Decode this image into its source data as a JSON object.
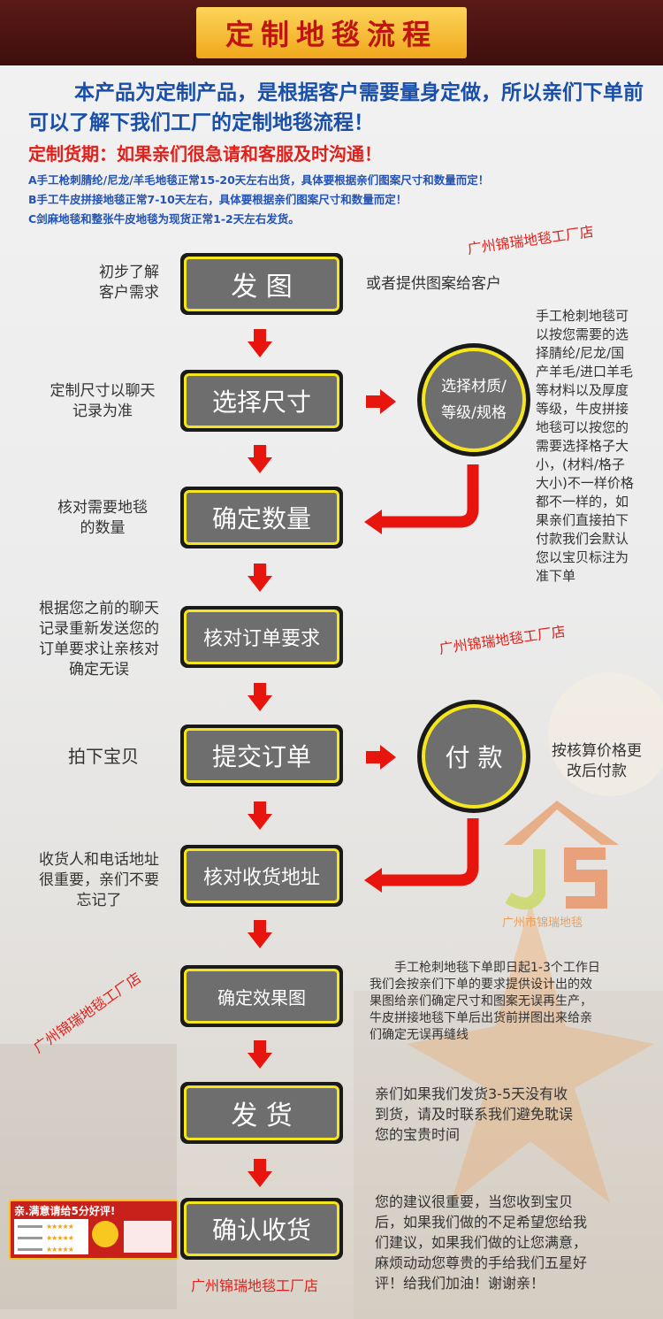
{
  "header": {
    "title": "定制地毯流程"
  },
  "intro": {
    "main": "本产品为定制产品，是根据客户需要量身定做，所以亲们下单前可以了解下我们工厂的定制地毯流程！",
    "urgent": "定制货期：如果亲们很急请和客服及时沟通！",
    "lines": [
      "A手工枪刺腈纶/尼龙/羊毛地毯正常15-20天左右出货，具体要根据亲们图案尺寸和数量而定！",
      "B手工牛皮拼接地毯正常7-10天左右，具体要根据亲们图案尺寸和数量而定！",
      "C剑麻地毯和整张牛皮地毯为现货正常1-2天左右发货。"
    ]
  },
  "watermarks": [
    "广州锦瑞地毯工厂店",
    "广州锦瑞地毯工厂店",
    "广州锦瑞地毯工厂店",
    "广州锦瑞地毯工厂店"
  ],
  "steps": [
    {
      "label": "发 图",
      "left": "初步了解\n客户需求",
      "right": "或者提供图案给客户"
    },
    {
      "label": "选择尺寸",
      "left": "定制尺寸以聊天\n记录为准"
    },
    {
      "label": "确定数量",
      "left": "核对需要地毯\n的数量"
    },
    {
      "label": "核对订单要求",
      "left": "根据您之前的聊天\n记录重新发送您的\n订单要求让亲核对\n确定无误"
    },
    {
      "label": "提交订单",
      "left": "拍下宝贝"
    },
    {
      "label": "核对收货地址",
      "left": "收货人和电话地址\n很重要，亲们不要\n忘记了"
    },
    {
      "label": "确定效果图"
    },
    {
      "label": "发 货"
    },
    {
      "label": "确认收货"
    }
  ],
  "circles": {
    "material": "选择材质/\n等级/规格",
    "payment": "付 款"
  },
  "notes": {
    "material": "手工枪刺地毯可\n以按您需要的选\n择腈纶/尼龙/国\n产羊毛/进口羊毛\n等材料以及厚度\n等级，牛皮拼接\n地毯可以按您的\n需要选择格子大\n小，(材料/格子\n大小)不一样价格\n都不一样的，如\n果亲们直接拍下\n付款我们会默认\n您以宝贝标注为\n准下单",
    "payment": "按核算价格更\n改后付款",
    "effect": "　　手工枪刺地毯下单即日起1-3个工作日\n我们会按亲们下单的要求提供设计出的效\n果图给亲们确定尺寸和图案无误再生产，\n牛皮拼接地毯下单后出货前拼图出来给亲\n们确定无误再缝线",
    "shipping": "亲们如果我们发货3-5天没有收\n到货，请及时联系我们避免耽误\n您的宝贵时间",
    "confirm": "您的建议很重要，当您收到宝贝\n后，如果我们做的不足希望您给我\n们建议，如果我们做的让您满意，\n麻烦动动您尊贵的手给我们五星好\n评！给我们加油！谢谢亲！"
  },
  "badge": {
    "text": "亲.满意请给5分好评!"
  },
  "logo": {
    "text": "广州市锦瑞地毯"
  },
  "colors": {
    "header_bg": "#4a1410",
    "banner": "#f5b82a",
    "title": "#c01410",
    "arrow": "#e8140e",
    "step_border": "#f5e51c",
    "step_fill": "#6e6e6e",
    "intro_blue": "#1a4fa8",
    "intro_red": "#e0201a"
  }
}
